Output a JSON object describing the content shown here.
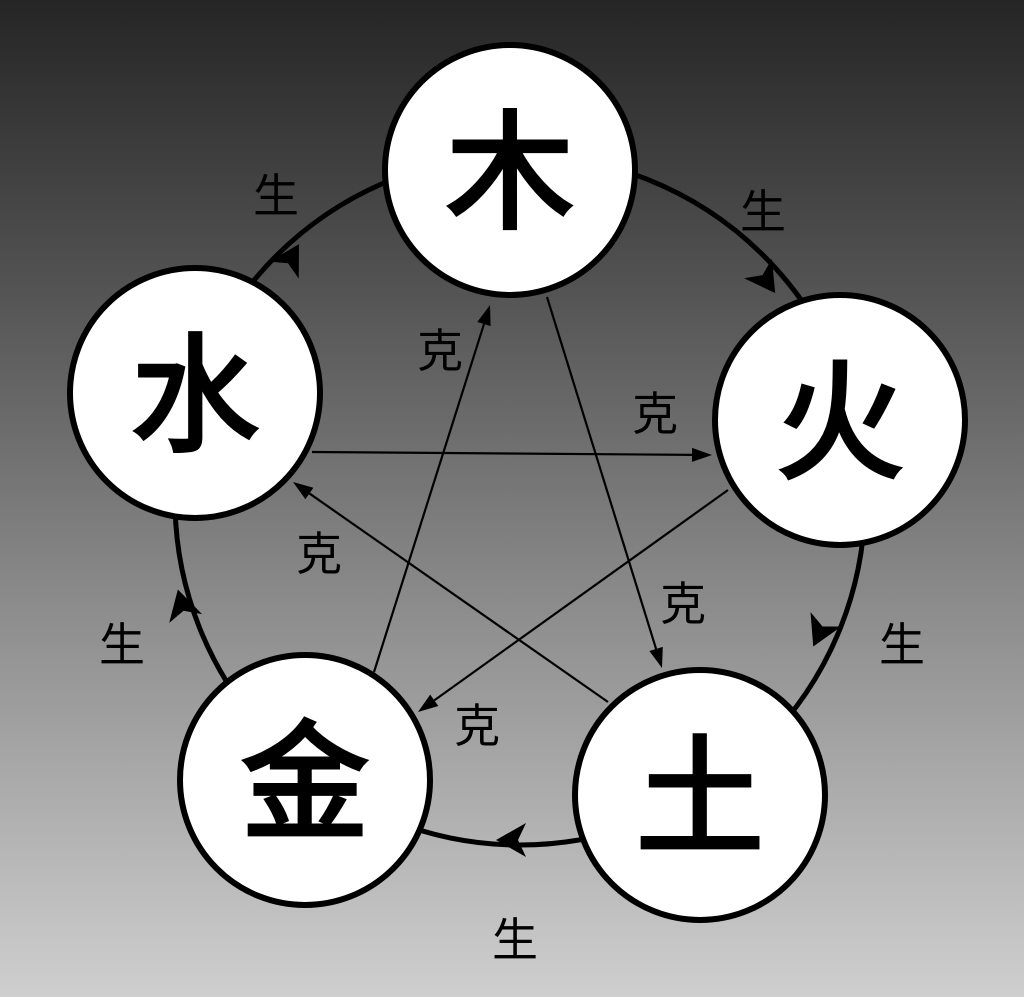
{
  "elements": [
    {
      "id": "wood",
      "label": "木"
    },
    {
      "id": "fire",
      "label": "火"
    },
    {
      "id": "earth",
      "label": "土"
    },
    {
      "id": "metal",
      "label": "金"
    },
    {
      "id": "water",
      "label": "水"
    }
  ],
  "generating": [
    {
      "from": "wood",
      "to": "fire",
      "label": "生"
    },
    {
      "from": "fire",
      "to": "earth",
      "label": "生"
    },
    {
      "from": "earth",
      "to": "metal",
      "label": "生"
    },
    {
      "from": "metal",
      "to": "water",
      "label": "生"
    },
    {
      "from": "water",
      "to": "wood",
      "label": "生"
    }
  ],
  "overcoming": [
    {
      "from": "wood",
      "to": "earth",
      "label": "克"
    },
    {
      "from": "fire",
      "to": "metal",
      "label": "克"
    },
    {
      "from": "earth",
      "to": "water",
      "label": "克"
    },
    {
      "from": "metal",
      "to": "wood",
      "label": "克"
    },
    {
      "from": "water",
      "to": "fire",
      "label": "克"
    }
  ]
}
